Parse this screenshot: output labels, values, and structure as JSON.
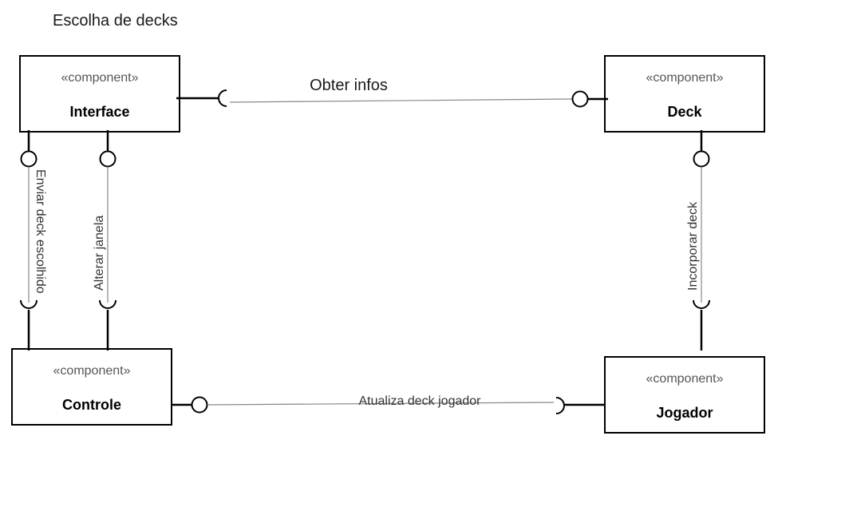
{
  "diagram": {
    "title": "Escolha de decks",
    "stereotype": "«component»",
    "components": {
      "interface": "Interface",
      "deck": "Deck",
      "controle": "Controle",
      "jogador": "Jogador"
    },
    "connections": {
      "obter_infos": "Obter infos",
      "enviar_deck": "Enviar deck escolhido",
      "alterar_janela": "Alterar janela",
      "incorporar_deck": "Incorporar deck",
      "atualiza_deck": "Atualiza deck jogador"
    }
  }
}
